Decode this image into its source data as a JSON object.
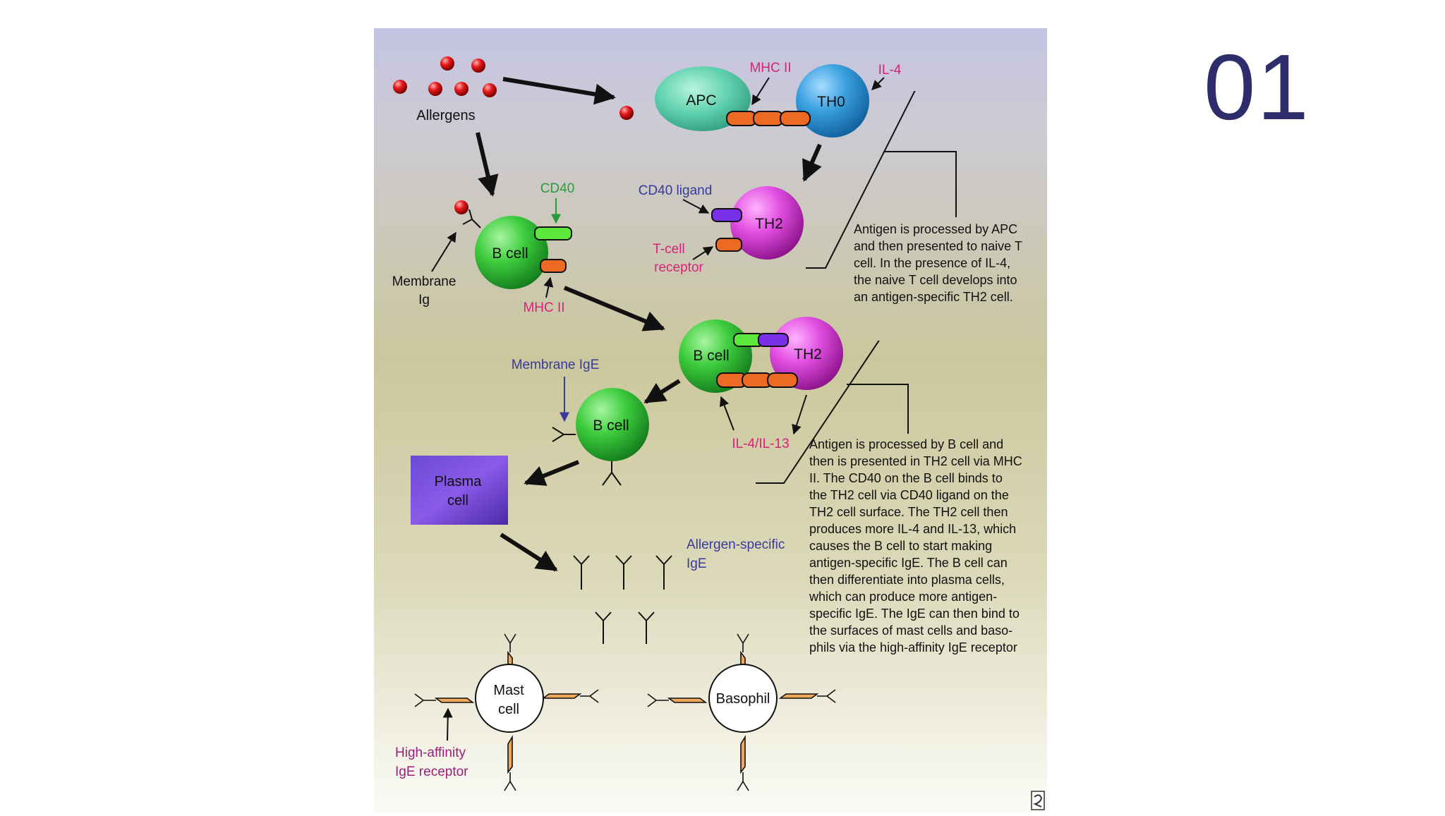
{
  "slide": {
    "number": "01"
  },
  "diagram": {
    "allergens_label": "Allergens",
    "apc_label": "APC",
    "mhc2_top_label": "MHC II",
    "th0_label": "TH0",
    "il4_label": "IL-4",
    "cd40_label": "CD40",
    "cd40_ligand_label": "CD40 ligand",
    "th2_label": "TH2",
    "tcr_label_line1": "T-cell",
    "tcr_label_line2": "receptor",
    "bcell_label": "B cell",
    "membrane_ig_line1": "Membrane",
    "membrane_ig_line2": "Ig",
    "mhc2_bcell_label": "MHC II",
    "complex_bcell_label": "B cell",
    "complex_th2_label": "TH2",
    "membrane_ige_label": "Membrane IgE",
    "bcell_ige_label": "B cell",
    "il4_il13_label": "IL-4/IL-13",
    "plasma_line1": "Plasma",
    "plasma_line2": "cell",
    "allergen_ige_line1": "Allergen-specific",
    "allergen_ige_line2": "IgE",
    "mast_line1": "Mast",
    "mast_line2": "cell",
    "basophil_label": "Basophil",
    "fce_line1": "High-affinity",
    "fce_line2": "IgE receptor",
    "caption1": [
      "Antigen is processed by APC",
      "and then presented to naive T",
      "cell.  In the presence of IL-4,",
      "the naive T cell develops into",
      "an antigen-specific TH2 cell."
    ],
    "caption2": [
      "Antigen is processed by B cell and",
      "then is presented in TH2 cell via MHC",
      "II.  The CD40 on the B cell binds to",
      "the TH2 cell via CD40 ligand on the",
      "TH2 cell surface.  The TH2 cell then",
      "produces more IL-4 and IL-13, which",
      "causes the B cell to start making",
      "antigen-specific IgE.   The B cell can",
      "then differentiate into plasma cells,",
      "which can produce more antigen-",
      "specific IgE. The IgE can then bind to",
      "the surfaces of mast cells and baso-",
      "phils via the high-affinity IgE receptor"
    ]
  },
  "colors": {
    "magenta_label": "#d6237a",
    "green_label": "#2a9a3a",
    "blue_label": "#3a3a9a",
    "purple_label": "#9a1f7a",
    "slide_number": "#2d2d6b"
  }
}
